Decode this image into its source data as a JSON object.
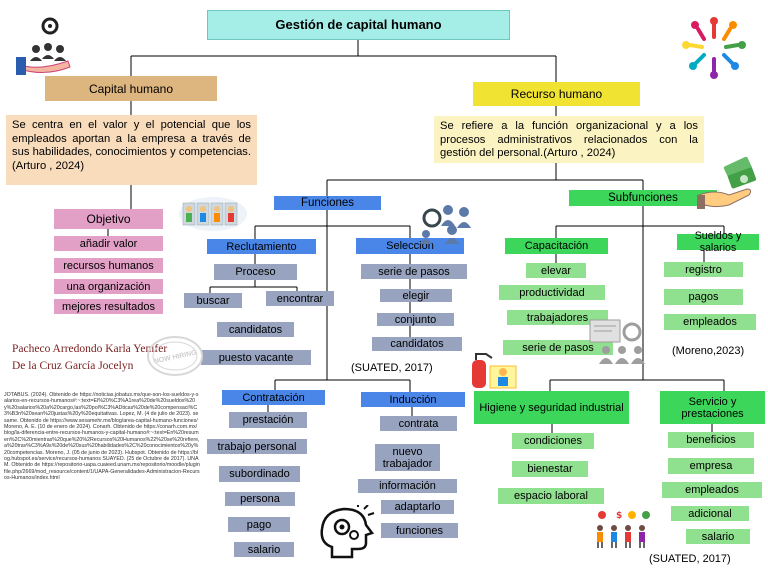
{
  "title": "Gestión de capital humano",
  "capital": {
    "label": "Capital humano",
    "description": "Se centra en el valor y el potencial que los empleados aportan a la empresa a través de sus habilidades, conocimientos y competencias.(Arturo , 2024)",
    "objetivo": "Objetivo",
    "items": [
      "añadir valor",
      "recursos humanos",
      "una organización",
      "mejores resultados"
    ]
  },
  "recurso": {
    "label": "Recurso humano",
    "description": "Se refiere a la función organizacional y a los procesos administrativos relacionados con la gestión del personal.(Arturo , 2024)"
  },
  "funciones": {
    "label": "Funciones",
    "reclutamiento": {
      "label": "Reclutamiento",
      "proceso": "Proceso",
      "buscar": "buscar",
      "encontrar": "encontrar",
      "candidatos": "candidatos",
      "puesto": "puesto vacante"
    },
    "seleccion": {
      "label": "Selección",
      "items": [
        "serie de pasos",
        "elegir",
        "conjunto",
        "candidatos"
      ]
    },
    "contratacion": {
      "label": "Contratación",
      "items": [
        "prestación",
        "trabajo personal",
        "subordinado",
        "persona",
        "pago",
        "salario"
      ]
    },
    "induccion": {
      "label": "Inducción",
      "items": [
        "contrata",
        "nuevo trabajador",
        "información",
        "adaptarlo",
        "funciones"
      ]
    }
  },
  "subfunciones": {
    "label": "Subfunciones",
    "capacitacion": {
      "label": "Capacitación",
      "items": [
        "elevar",
        "productividad",
        "trabajadores",
        "serie de pasos"
      ]
    },
    "sueldos": {
      "label": "Sueldos y salarios",
      "items": [
        "registro",
        "pagos",
        "empleados"
      ]
    },
    "higiene": {
      "label": "Higiene y seguridad industrial",
      "items": [
        "condiciones",
        "bienestar",
        "espacio laboral"
      ]
    },
    "servicio": {
      "label": "Servicio y prestaciones",
      "items": [
        "beneficios",
        "empresa",
        "empleados",
        "adicional",
        "salario"
      ]
    }
  },
  "authors": [
    "Pacheco Arredondo Karla Yenifer",
    "De la Cruz García Jocelyn"
  ],
  "citations": {
    "suated1": "(SUATED, 2017)",
    "moreno": "(Moreno,2023)",
    "suated2": "(SUATED, 2017)"
  },
  "stamp": "NOW HIRING",
  "references": "JOTABUS. (2024). Obtenido de https://noticias.jobatus.mx/que-son-los-sueldos-y-salarios-en-recursos-humanos#:~:text=El%20%C3%A1rea%20de%20sueldos%20y%20salarios%20a%20cargo,las%20pol%C3%ADticas%20de%20compensaci%C3%B3n%20sean%20justas%20y%20equitativas. Lopez, M. (4 de julio de 2023). sesame. Obtenido de https://www.sesamehr.mx/blog/area-capital-humano-funciones/ Moreno, A. E. (10 de enero de 2024). Conarh. Obtenido de https://conarh.com.mx/blog/la-diferencia-entre-recursos-humanos-y-capital-humano#:~:text=En%20resumen%2C%20mientras%20que%20%2Recursos%20Humanos%22%20se%20refiere,a%20trav%C3%A9s%20de%20sus%20habilidades%2C%20conocimientos%20y%20competencias. Moreno, J. (05 de junio de 2023). Hubspot. Obtenido de https://blog.hubspot.es/service/recursos-humanos SUAYED. (25 de Octubre de 2017). UNAM. Obtenido de https://repositorio-uapa.cuaieed.unam.mx/repositorio/moodle/pluginfile.php/2669/mod_resource/content/1/UAPA-Generalidades-Administracion-Recursos-Humanos/index.html",
  "colors": {
    "title_bg": "#a5eee7",
    "capital_bg": "#ddb57e",
    "capital_desc_bg": "#f8dcbc",
    "recurso_bg": "#f1e332",
    "recurso_desc_bg": "#fbf4c2",
    "blue": "#4a86e8",
    "green": "#3bd65a",
    "grey": "#97a3bf",
    "pink": "#e3a0c7"
  },
  "icons": [
    "hand-gear-people-icon",
    "team-circle-icon",
    "team-meeting-icon",
    "people-network-icon",
    "money-hand-icon",
    "training-presentation-icon",
    "now-hiring-stamp-icon",
    "safety-extinguisher-icon",
    "head-gears-icon",
    "benefits-people-icon"
  ]
}
